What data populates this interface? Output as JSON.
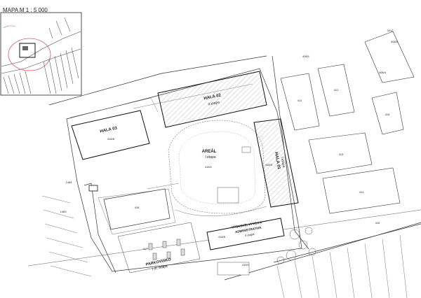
{
  "inset": {
    "title": "MAPA M 1 : 5 000"
  },
  "buildings": {
    "hala02": {
      "name": "HALA 02",
      "stage": "II.etapa"
    },
    "hala03": {
      "name": "HALA 03"
    },
    "hala01": {
      "name": "HALA 01",
      "stage": "I.etapa"
    },
    "areal": {
      "name": "AREÁL",
      "stage": "I.etapa"
    },
    "vyvoj": {
      "line1": "VÝSKOVÉ, VÝVOJ A",
      "line2": "ADMINISTRATIVA",
      "stage": "II.etapa"
    },
    "parking": {
      "name": "PARKOVISKO",
      "stage": "I./II. etapa"
    }
  },
  "parcels": [
    "418/1",
    "418",
    "418/8",
    "418/9",
    "417",
    "418/5",
    "419/1",
    "411",
    "412",
    "413",
    "414",
    "415",
    "416",
    "408/1",
    "408/4",
    "408/5",
    "3412",
    "1484",
    "1483"
  ]
}
